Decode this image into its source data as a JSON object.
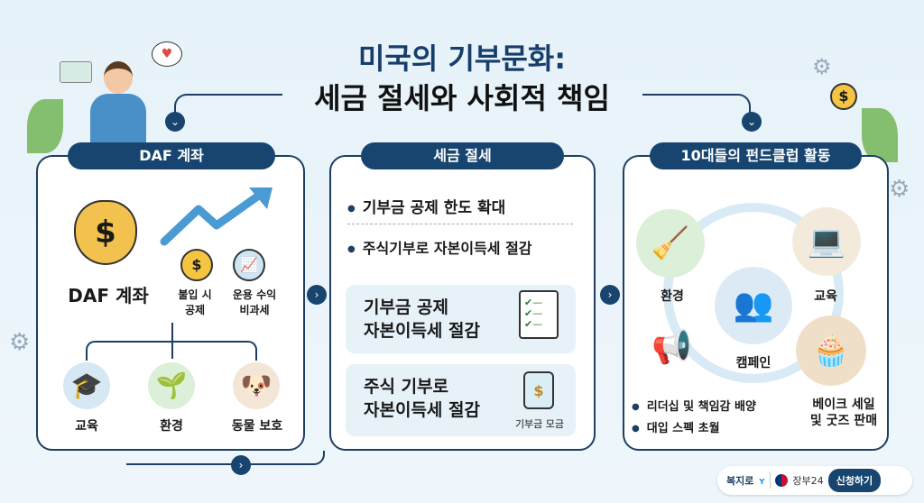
{
  "title": {
    "line1": "미국의 기부문화:",
    "line2": "세금 절세와 사회적 책임"
  },
  "left_panel": {
    "header": "DAF 계좌",
    "main_label": "DAF 계좌",
    "benefits": [
      {
        "label": "불입 시\n공제",
        "icon": "dollar-coin-icon"
      },
      {
        "label": "운용 수익\n비과세",
        "icon": "growth-chart-icon"
      }
    ],
    "causes": [
      "교육",
      "환경",
      "동물 보호"
    ]
  },
  "middle_panel": {
    "header": "세금 절세",
    "bullets": [
      "기부금 공제 한도 확대",
      "주식기부로 자본이득세 절감"
    ],
    "box1": "기부금 공제\n자본이득세 절감",
    "box2": "주식 기부로\n자본이득세 절감",
    "jar_label": "기부금 모금"
  },
  "right_panel": {
    "header": "10대들의 펀드클럽 활동",
    "activities": [
      "환경",
      "교육",
      "캠페인",
      "베이크 세일\n및 굿즈 판매"
    ],
    "bullets": [
      "리더십 및 책임감 배양",
      "대입 스펙 초월"
    ]
  },
  "footer": {
    "brand1": "복지로",
    "brand2": "장부24",
    "apply": "신청하기"
  },
  "colors": {
    "navy": "#17456f",
    "panel_border": "#1e3f63",
    "box_bg": "#e6f1f8"
  }
}
